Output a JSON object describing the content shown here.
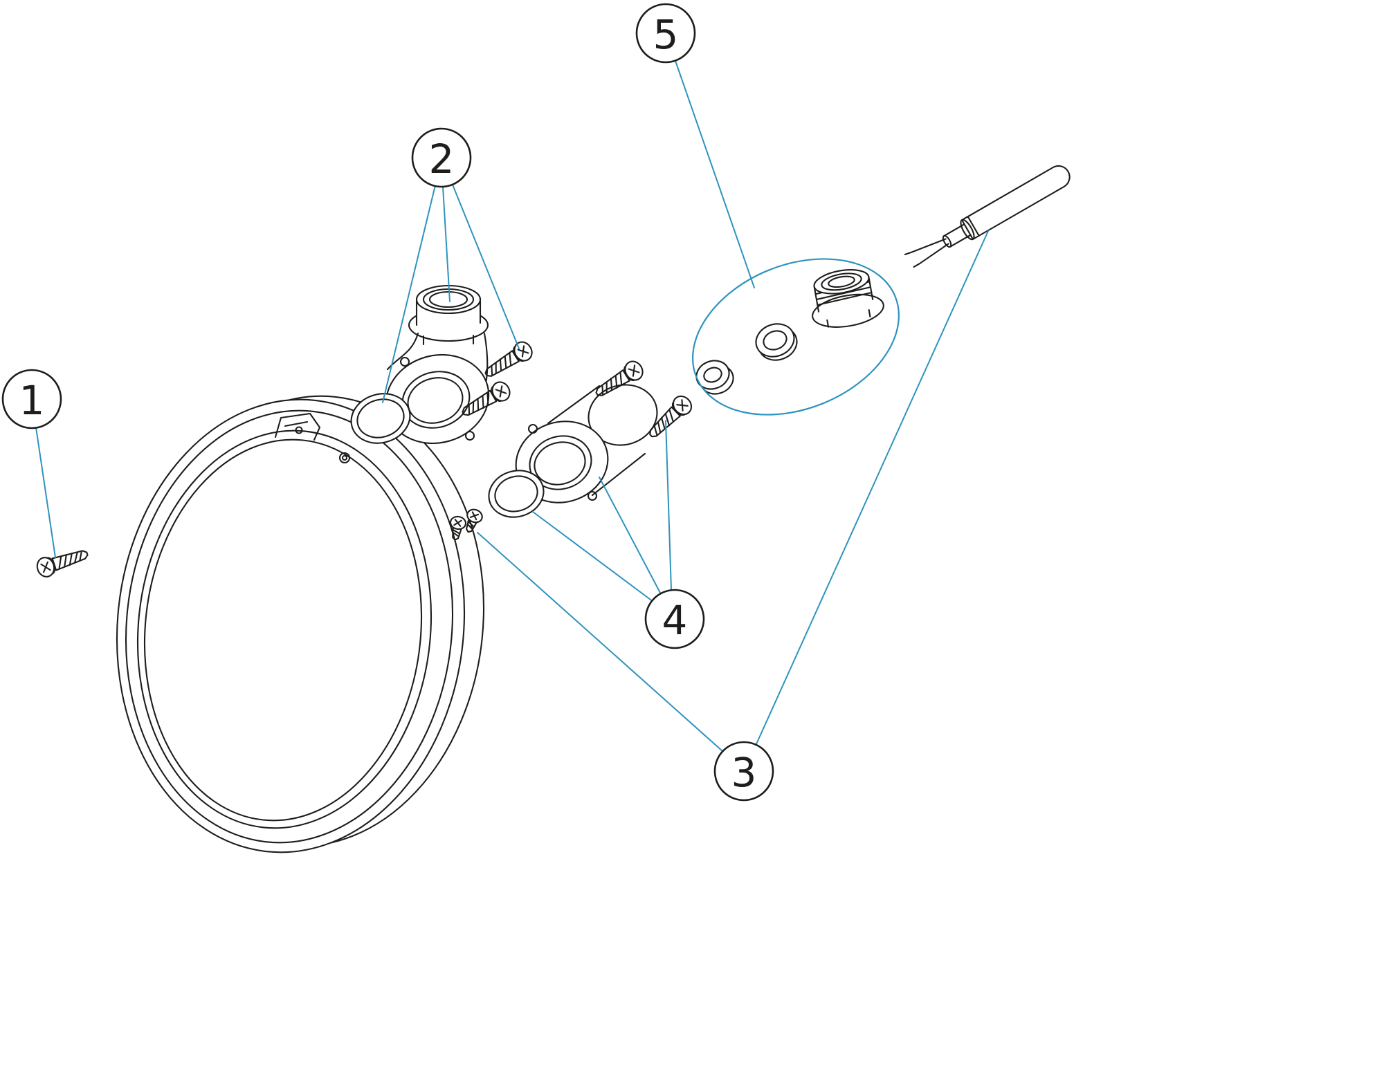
{
  "diagram": {
    "colors": {
      "ink": "#1d1d1b",
      "leader": "#2e93be",
      "background": "#ffffff"
    },
    "callouts": [
      {
        "number": "1"
      },
      {
        "number": "2"
      },
      {
        "number": "3"
      },
      {
        "number": "4"
      },
      {
        "number": "5"
      }
    ]
  }
}
